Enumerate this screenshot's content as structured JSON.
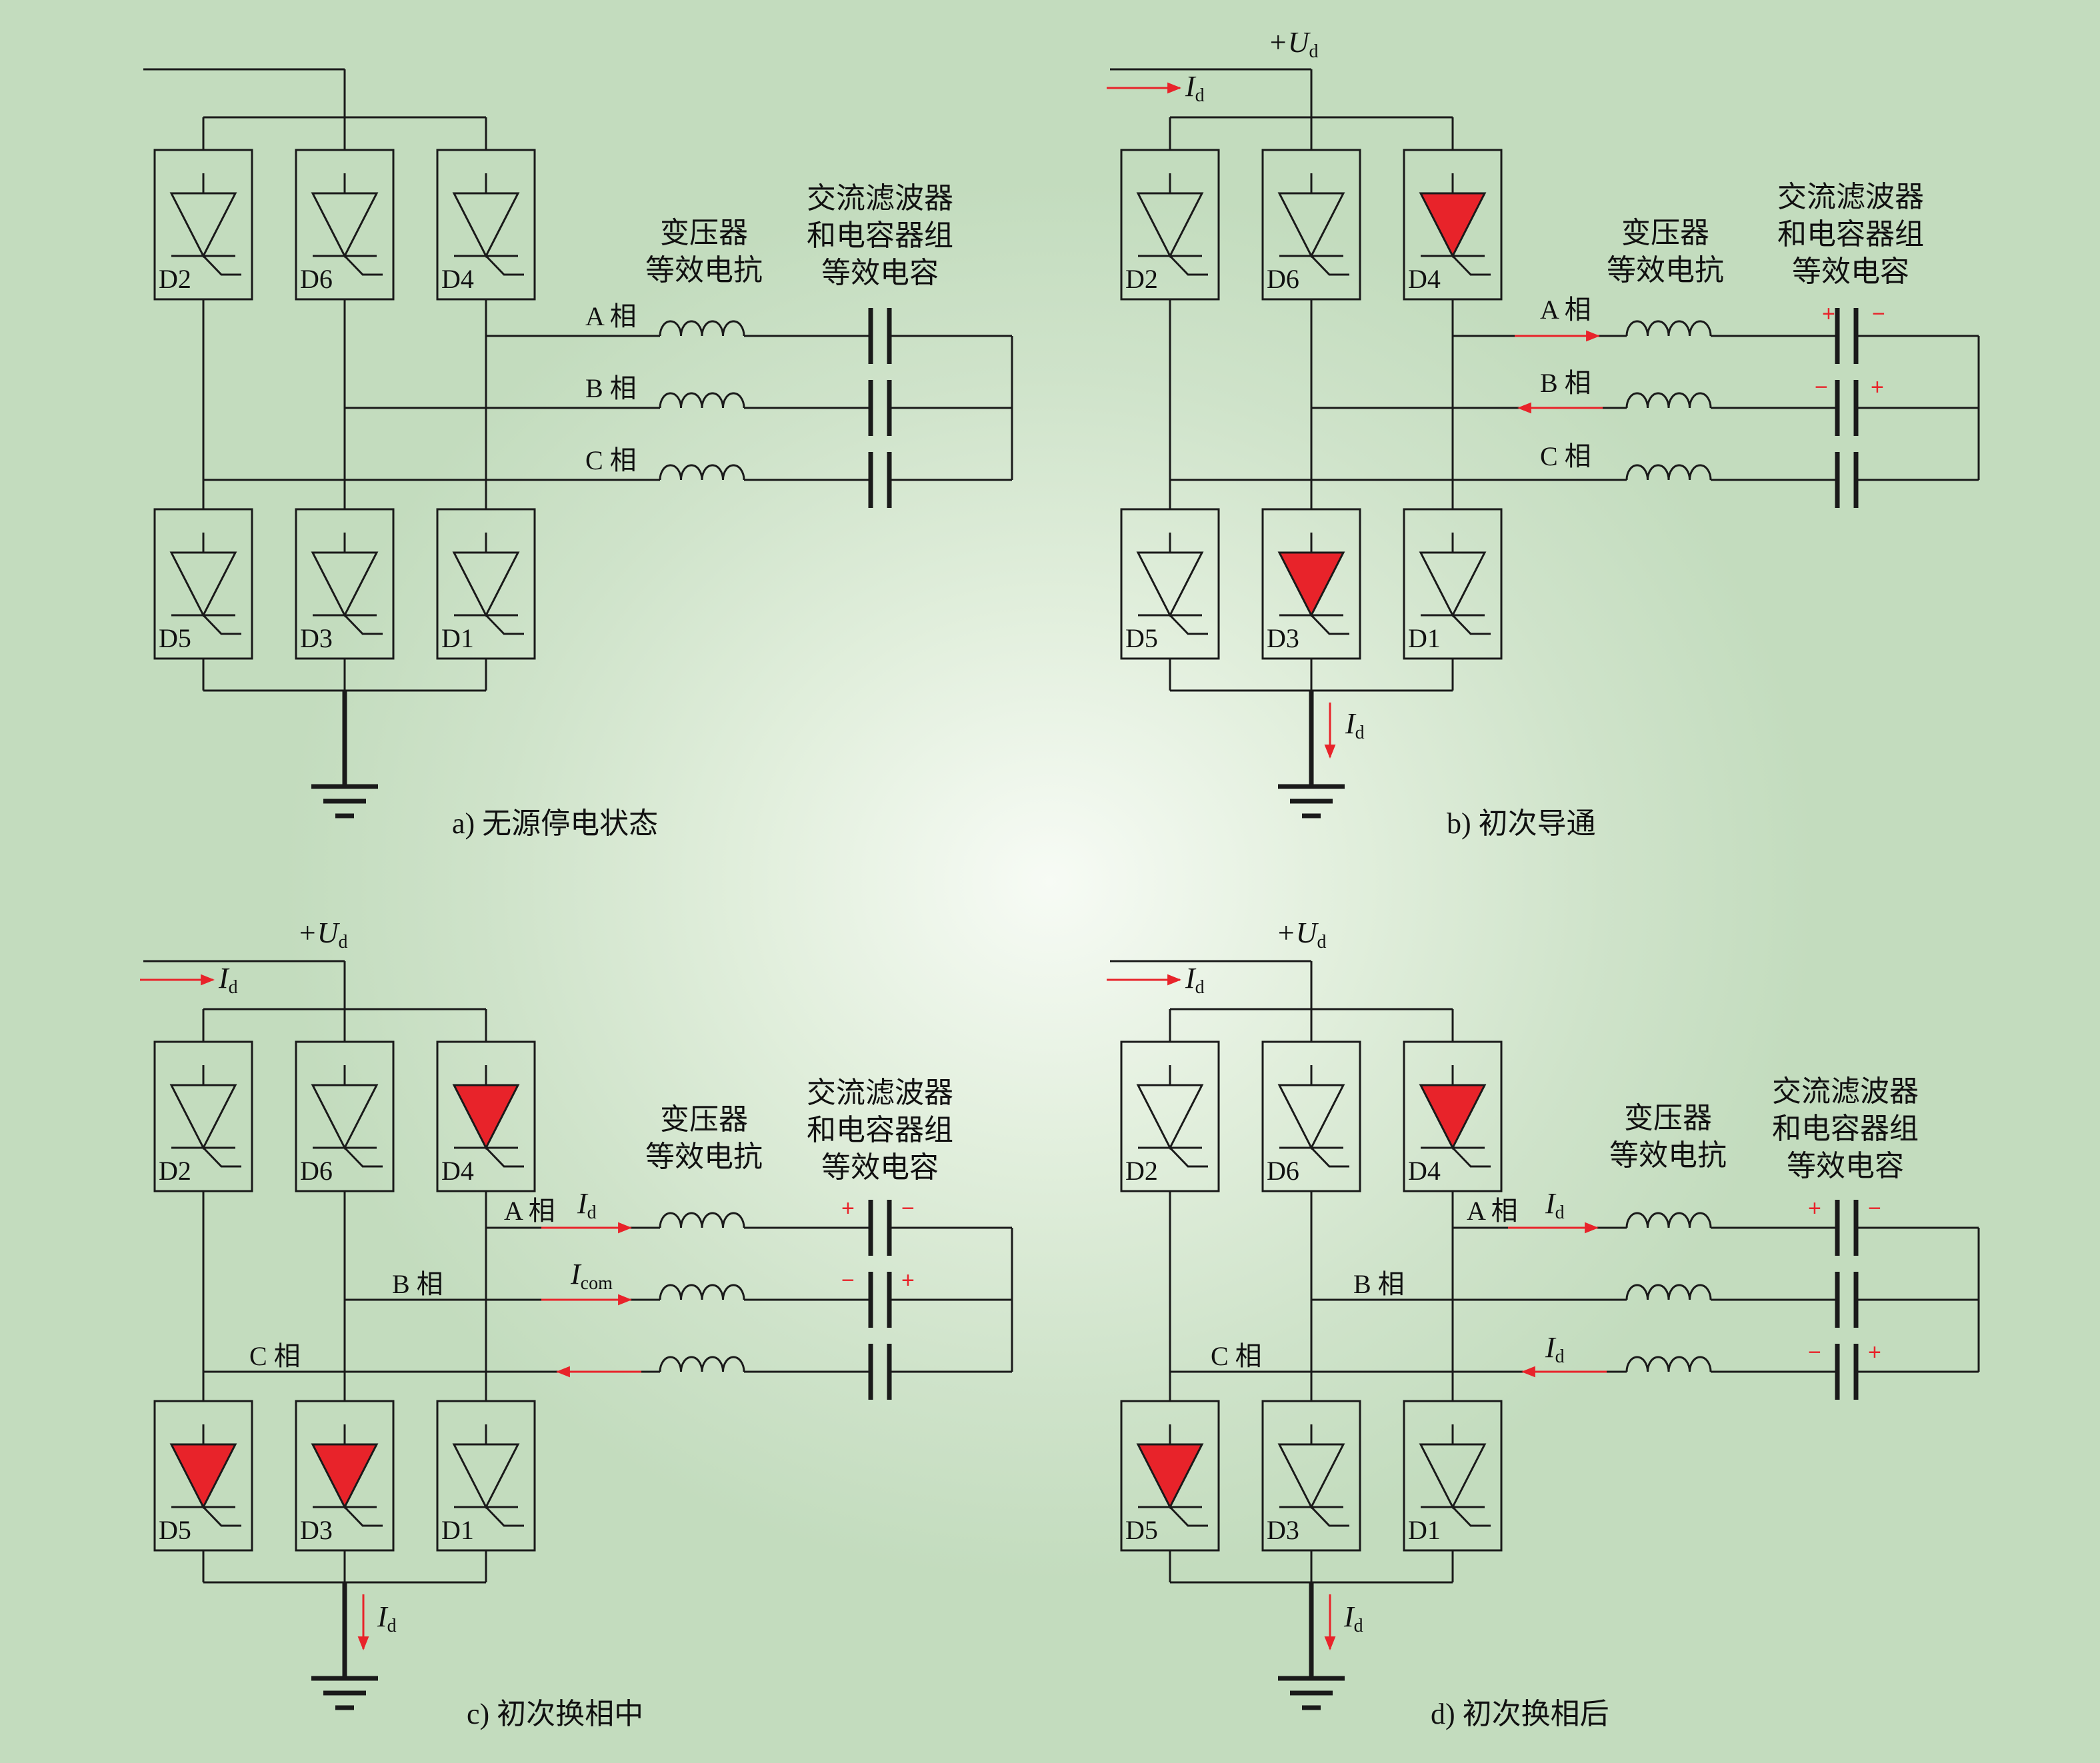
{
  "diagram": {
    "caption_panel_a": "a) 无源停电状态",
    "caption_panel_b": "b) 初次导通",
    "caption_panel_c": "c) 初次换相中",
    "caption_panel_d": "d) 初次换相后",
    "valve_labels": [
      "D2",
      "D6",
      "D4",
      "D5",
      "D3",
      "D1"
    ],
    "phase_a": "A 相",
    "phase_b": "B 相",
    "phase_c": "C 相",
    "transformer_line1": "变压器",
    "transformer_line2": "等效电抗",
    "filter_line1": "交流滤波器",
    "filter_line2": "和电容器组",
    "filter_line3": "等效电容",
    "dc_voltage_main": "+U",
    "dc_voltage_sub": "d",
    "current_main": "I",
    "current_sub": "d",
    "commutation_current_main": "I",
    "commutation_current_sub": "com",
    "plus_sign": "+",
    "minus_sign": "−"
  },
  "panels": [
    {
      "id": "a",
      "conducting_valves": []
    },
    {
      "id": "b",
      "conducting_valves": [
        "D4",
        "D3"
      ]
    },
    {
      "id": "c",
      "conducting_valves": [
        "D4",
        "D5",
        "D3"
      ]
    },
    {
      "id": "d",
      "conducting_valves": [
        "D4",
        "D5"
      ]
    }
  ],
  "colors": {
    "circuit": "#1a1a1a",
    "conducting": "#e8232a",
    "background": "#cfe3ca"
  }
}
